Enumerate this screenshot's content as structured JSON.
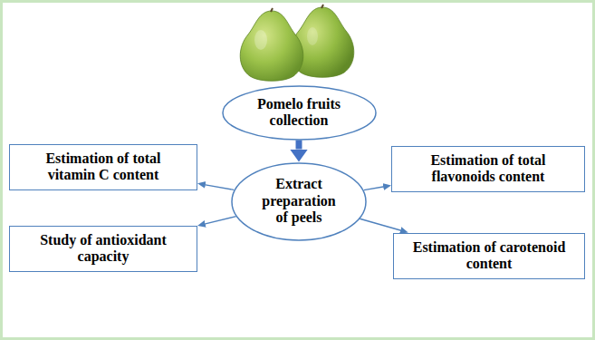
{
  "diagram": {
    "nodes": [
      {
        "text": [
          "Pomelo fruits collection"
        ]
      },
      {
        "text": [
          "Extract preparation of peels"
        ]
      },
      {
        "text": [
          "Estimation of total vitamin C content"
        ]
      },
      {
        "text": [
          "Estimation of total flavonoids content"
        ]
      },
      {
        "text": [
          "Study of antioxidant capacity"
        ]
      },
      {
        "text": [
          "Estimation of carotenoid content"
        ]
      }
    ],
    "edges": [
      {
        "from": 0,
        "to": 1,
        "arrow": "to"
      },
      {
        "from": 1,
        "to": 2,
        "arrow": "to"
      },
      {
        "from": 1,
        "to": 3,
        "arrow": "to"
      },
      {
        "from": 1,
        "to": 4,
        "arrow": "to"
      },
      {
        "from": 1,
        "to": 5,
        "arrow": "to"
      }
    ]
  }
}
